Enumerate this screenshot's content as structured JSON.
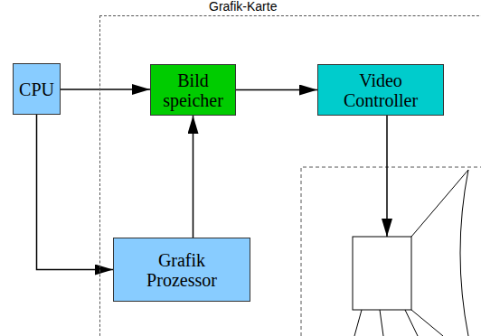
{
  "diagram": {
    "nodes": [
      {
        "text": [
          "CPU"
        ]
      },
      {
        "text": [
          "Grafik-Karte"
        ]
      },
      {
        "text": [
          "Bild speicher"
        ],
        "in": 1
      },
      {
        "text": [
          "Video Controller"
        ],
        "in": 1
      },
      {
        "text": [
          "Grafik Prozessor"
        ],
        "in": 1
      }
    ],
    "edges": [
      {
        "from": 0,
        "to": 2,
        "arrow": "to"
      },
      {
        "from": 2,
        "to": 3,
        "arrow": "to"
      },
      {
        "from": 0,
        "to": 4,
        "arrow": "to"
      },
      {
        "from": 4,
        "to": 2,
        "arrow": "to"
      }
    ]
  }
}
